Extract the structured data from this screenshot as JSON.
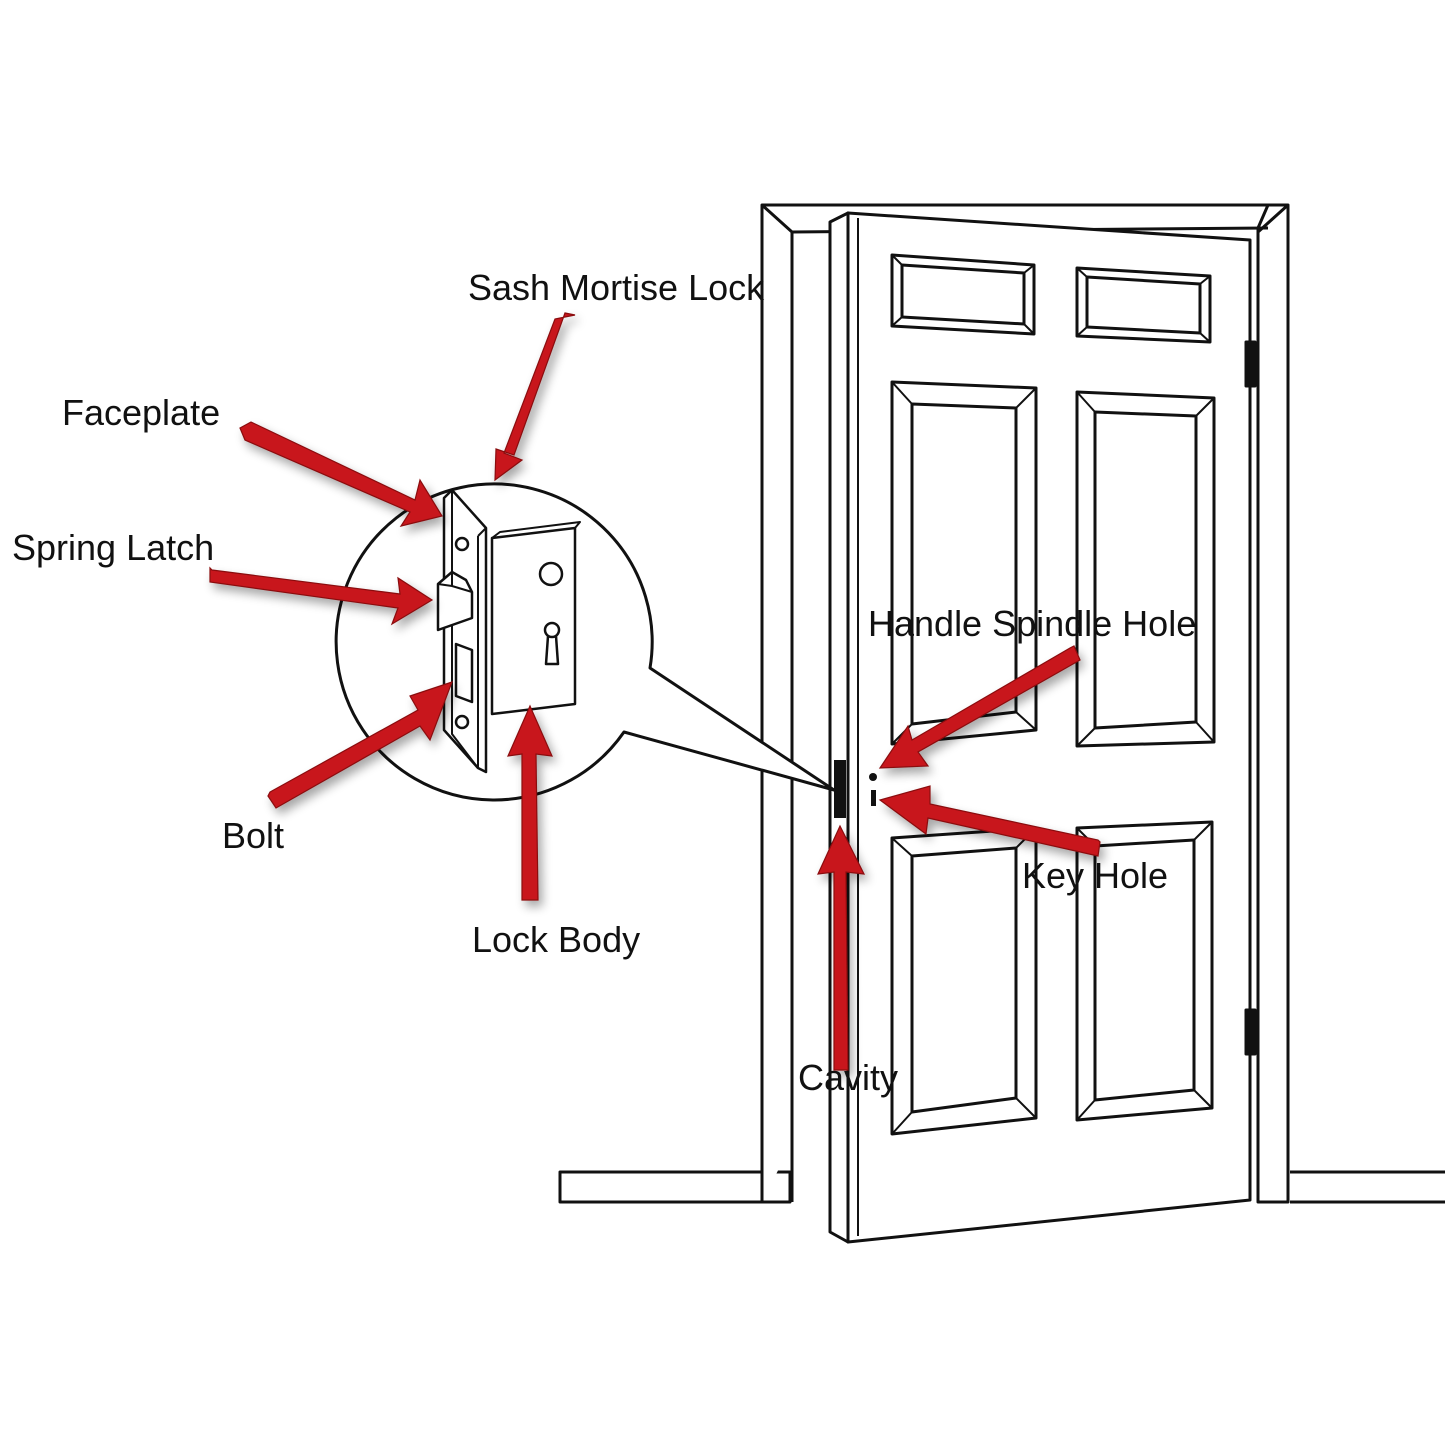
{
  "labels": {
    "sash_mortise_lock": "Sash Mortise Lock",
    "faceplate": "Faceplate",
    "spring_latch": "Spring Latch",
    "bolt": "Bolt",
    "lock_body": "Lock Body",
    "handle_spindle_hole": "Handle Spindle Hole",
    "key_hole": "Key Hole",
    "cavity": "Cavity"
  },
  "colors": {
    "arrow": "#c8161d",
    "line": "#111111",
    "background": "#ffffff"
  }
}
